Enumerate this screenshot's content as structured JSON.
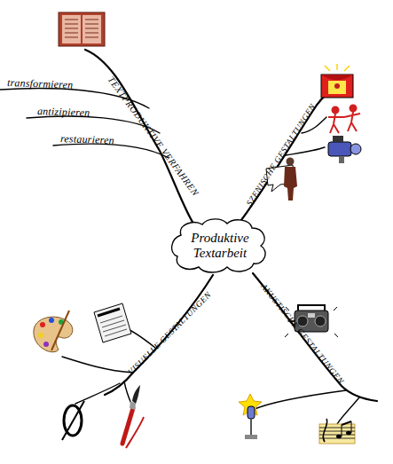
{
  "diagram": {
    "nodes": [
      {
        "text": [
          "Produktive Textarbeit"
        ]
      }
    ],
    "labels": [
      "TEXTPRODUKTIVE VERFAHREN",
      "transformieren",
      "antizipieren",
      "restaurieren",
      "SZENISCHE GESTALTUNGEN",
      "VISUELLE GESTALTUNGEN",
      "AKUSTISCHE GESTALTUNGEN"
    ]
  }
}
